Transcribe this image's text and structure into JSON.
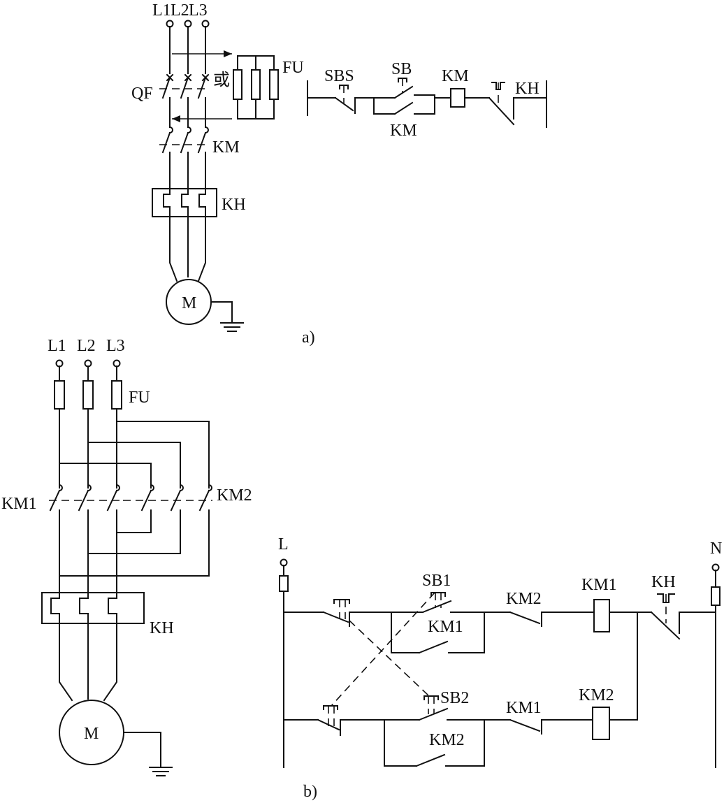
{
  "figure_a": {
    "caption": "a)",
    "phases": [
      "L1",
      "L2",
      "L3"
    ],
    "breaker": "QF",
    "alt": "或",
    "fuse": "FU",
    "contactor": "KM",
    "relay": "KH",
    "motor": "M",
    "control": {
      "stop": "SBS",
      "start": "SB",
      "coil": "KM",
      "hold": "KM",
      "relay": "KH"
    }
  },
  "figure_b": {
    "caption": "b)",
    "phases": [
      "L1",
      "L2",
      "L3"
    ],
    "fuse": "FU",
    "contactor_1": "KM1",
    "contactor_2": "KM2",
    "relay": "KH",
    "motor": "M",
    "control": {
      "line": "L",
      "neutral": "N",
      "sb1": "SB1",
      "sb2": "SB2",
      "km1_hold": "KM1",
      "km2_hold": "KM2",
      "km2_interlock": "KM2",
      "km1_interlock": "KM1",
      "coil_km1": "KM1",
      "coil_km2": "KM2",
      "relay": "KH"
    }
  }
}
